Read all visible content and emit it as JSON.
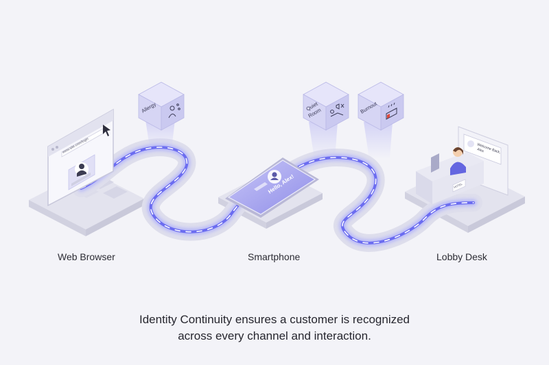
{
  "nodes": {
    "web_browser": {
      "label": "Web Browser",
      "url_text": "www.site.com/login"
    },
    "smartphone": {
      "label": "Smartphone",
      "greeting": "Hello, Alex!"
    },
    "lobby_desk": {
      "label": "Lobby Desk",
      "screen_text_1": "Welcome Back,",
      "screen_text_2": "Alex",
      "desk_sign": "HOTEL"
    }
  },
  "context_cubes": [
    {
      "text_1": "Allergy",
      "text_2": "",
      "icon": "person-with-allergen-icon"
    },
    {
      "text_1": "Quiet",
      "text_2": "Room",
      "icon": "resting-person-mute-icon"
    },
    {
      "text_1": "Burnout",
      "text_2": "",
      "icon": "low-battery-icon"
    }
  ],
  "caption": {
    "line1": "Identity Continuity ensures a customer is recognized",
    "line2": "across every channel and interaction."
  },
  "colors": {
    "background": "#f3f3f8",
    "accent": "#6b6cf0",
    "accent_glow": "#9fa0ff",
    "platform": "#e6e6f0",
    "cube": "#d7d6f5",
    "text": "#2b2b33",
    "battery_low": "#e0483a"
  }
}
